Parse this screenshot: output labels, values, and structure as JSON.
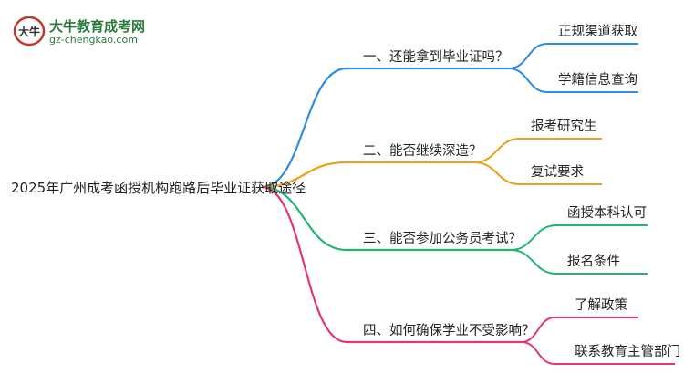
{
  "logo": {
    "mark_text": "大牛",
    "title": "大牛教育成考网",
    "url": "gz-chengkao.com"
  },
  "root": {
    "label": "2025年广州成考函授机构跑路后毕业证获取途径"
  },
  "branches": [
    {
      "label": "一、还能拿到毕业证吗？",
      "color": "#2f8be0",
      "children": [
        {
          "label": "正规渠道获取"
        },
        {
          "label": "学籍信息查询"
        }
      ]
    },
    {
      "label": "二、能否继续深造？",
      "color": "#e9a21f",
      "children": [
        {
          "label": "报考研究生"
        },
        {
          "label": "复试要求"
        }
      ]
    },
    {
      "label": "三、能否参加公务员考试？",
      "color": "#22b573",
      "children": [
        {
          "label": "函授本科认可"
        },
        {
          "label": "报名条件"
        }
      ]
    },
    {
      "label": "四、如何确保学业不受影响？",
      "color": "#e4347a",
      "children": [
        {
          "label": "了解政策"
        },
        {
          "label": "联系教育主管部门"
        }
      ]
    }
  ]
}
